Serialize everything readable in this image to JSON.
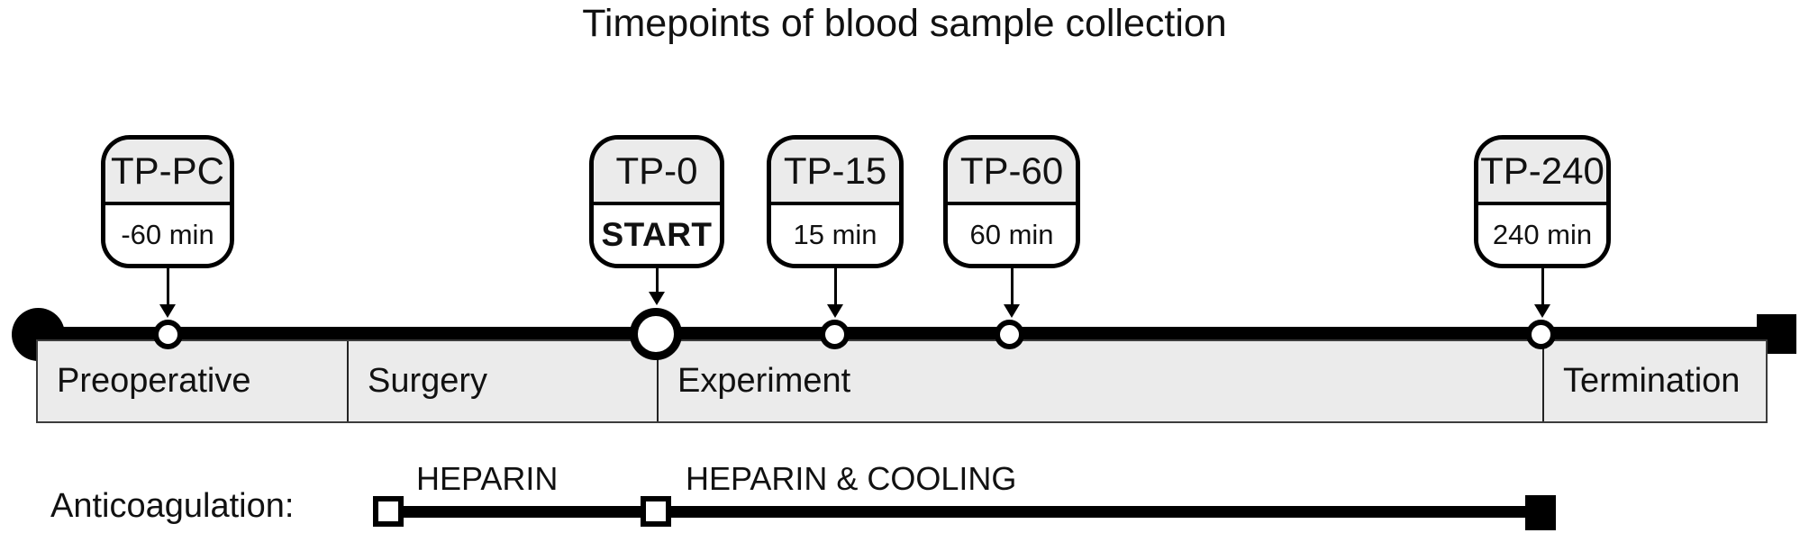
{
  "title": "Timepoints of blood sample collection",
  "timepoints": [
    {
      "label": "TP-PC",
      "sublabel": "-60 min",
      "emphasis": false
    },
    {
      "label": "TP-0",
      "sublabel": "START",
      "emphasis": true
    },
    {
      "label": "TP-15",
      "sublabel": "15 min",
      "emphasis": false
    },
    {
      "label": "TP-60",
      "sublabel": "60 min",
      "emphasis": false
    },
    {
      "label": "TP-240",
      "sublabel": "240 min",
      "emphasis": false
    }
  ],
  "phases": [
    {
      "label": "Preoperative"
    },
    {
      "label": "Surgery"
    },
    {
      "label": "Experiment"
    },
    {
      "label": "Termination"
    }
  ],
  "anticoagulation": {
    "label": "Anticoagulation:",
    "segments": [
      {
        "label": "HEPARIN"
      },
      {
        "label": "HEPARIN & COOLING"
      }
    ]
  },
  "colors": {
    "line_black": "#000000",
    "panel_gray": "#ebebeb",
    "background": "#ffffff"
  }
}
